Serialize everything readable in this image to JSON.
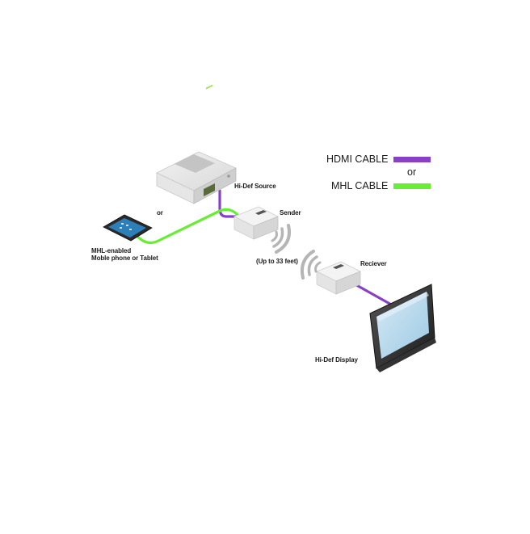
{
  "legend": {
    "hdmi_label": "HDMI CABLE",
    "or_label": "or",
    "mhl_label": "MHL CABLE",
    "hdmi_color": "#8a3fc7",
    "mhl_color": "#66ee33"
  },
  "nodes": {
    "source_label": "Hi-Def Source",
    "sender_label": "Sender",
    "receiver_label": "Reciever",
    "display_label": "Hi-Def Display",
    "mobile_label_line1": "MHL-enabled",
    "mobile_label_line2": "Moble phone or Tablet",
    "or_label": "or",
    "range_label": "(Up to 33 feet)"
  },
  "icons": {
    "source": "hi-def-source-box-icon",
    "sender": "sender-box-icon",
    "receiver": "receiver-box-icon",
    "display": "flat-panel-display-icon",
    "tablet": "tablet-icon",
    "wireless": "wireless-signal-icon"
  }
}
